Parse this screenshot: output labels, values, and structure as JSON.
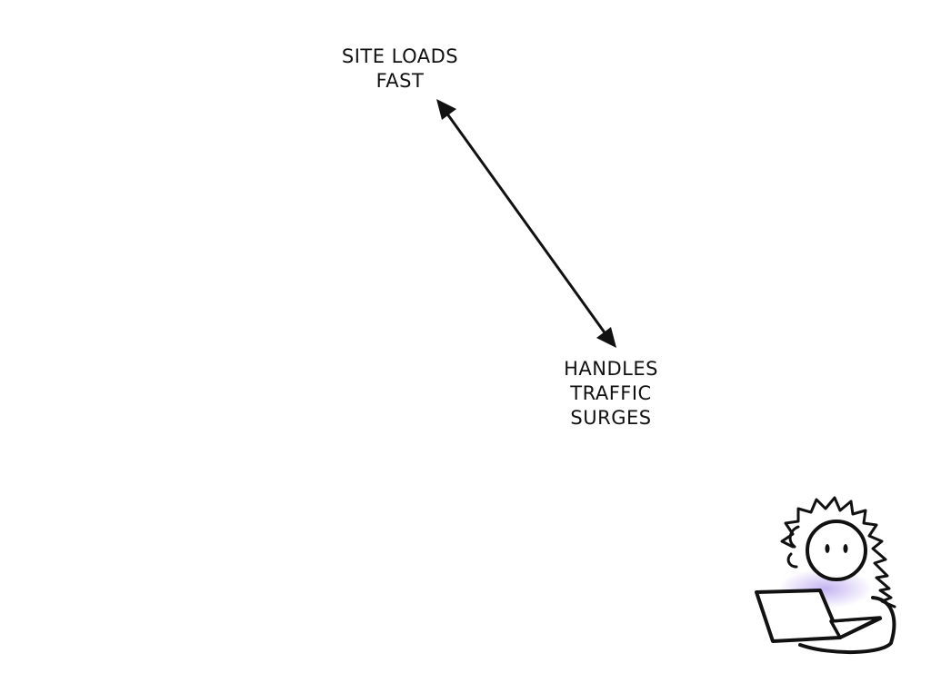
{
  "diagram": {
    "top_node": {
      "lines": [
        "Site loads",
        "fast"
      ]
    },
    "bottom_node": {
      "lines": [
        "Handles",
        "traffic",
        "surges"
      ]
    },
    "connector": {
      "direction": "bidirectional"
    },
    "figure": {
      "icon": "person-with-laptop-icon",
      "glow_color": "#b9a7f0"
    },
    "colors": {
      "ink": "#111111",
      "background": "#ffffff"
    }
  }
}
